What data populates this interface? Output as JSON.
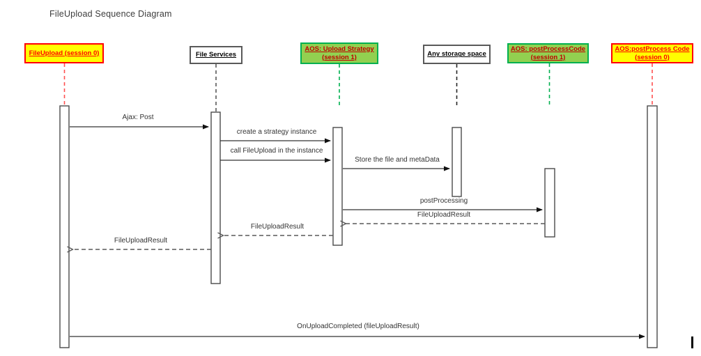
{
  "title": "FileUpload Sequence Diagram",
  "actors": [
    {
      "id": "fileupload-session-0",
      "line1": "FileUpload (session 0)",
      "style": "yellow"
    },
    {
      "id": "file-services",
      "line1": "File Services",
      "style": "white"
    },
    {
      "id": "aos-upload-strategy",
      "line1": "AOS: Upload Strategy",
      "line2": "(session 1)",
      "style": "green"
    },
    {
      "id": "any-storage-space",
      "line1": "Any storage space",
      "style": "white"
    },
    {
      "id": "aos-postprocesscode-s1",
      "line1": "AOS: postProcessCode",
      "line2": "(session 1)",
      "style": "green"
    },
    {
      "id": "aos-postprocess-code-s0",
      "line1": "AOS:postProcess Code",
      "line2": "(session 0)",
      "style": "yellow"
    }
  ],
  "messages": [
    {
      "label": "Ajax: Post",
      "from": "fileupload-session-0",
      "to": "file-services",
      "type": "solid"
    },
    {
      "label": "create a strategy instance",
      "from": "file-services",
      "to": "aos-upload-strategy",
      "type": "solid"
    },
    {
      "label": "call FileUpload in the instance",
      "from": "file-services",
      "to": "aos-upload-strategy",
      "type": "solid"
    },
    {
      "label": "Store the file and metaData",
      "from": "aos-upload-strategy",
      "to": "any-storage-space",
      "type": "solid"
    },
    {
      "label": "postProcessing",
      "from": "aos-upload-strategy",
      "to": "aos-postprocesscode-s1",
      "type": "solid"
    },
    {
      "label": "FileUploadResult",
      "from": "aos-postprocesscode-s1",
      "to": "aos-upload-strategy",
      "type": "dashed-return"
    },
    {
      "label": "FileUploadResult",
      "from": "aos-upload-strategy",
      "to": "file-services",
      "type": "dashed-return"
    },
    {
      "label": "FileUploadResult",
      "from": "file-services",
      "to": "fileupload-session-0",
      "type": "dashed-return"
    },
    {
      "label": "OnUploadCompleted (fileUploadResult)",
      "from": "fileupload-session-0",
      "to": "aos-postprocess-code-s0",
      "type": "solid"
    }
  ],
  "colors": {
    "yellow_fill": "#FFFF00",
    "yellow_border": "#FF0000",
    "yellow_text": "#FF0000",
    "green_fill": "#92D050",
    "green_border": "#00B050",
    "green_text": "#C00000",
    "white_fill": "#FFFFFF",
    "white_border": "#595959",
    "white_text": "#000000",
    "lifeline_red": "#FF5050",
    "lifeline_green": "#00B050",
    "lifeline_gray": "#595959",
    "lifeline_black": "#262626",
    "arrow_solid": "#333333",
    "arrow_dashed": "#595959"
  }
}
